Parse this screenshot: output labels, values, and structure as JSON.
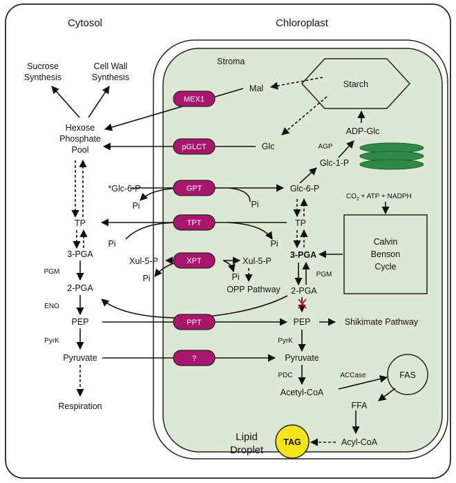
{
  "diagram": {
    "compartments": {
      "cytosol": "Cytosol",
      "chloroplast": "Chloroplast",
      "stroma": "Stroma",
      "lipid_droplet": [
        "Lipid",
        "Droplet"
      ]
    },
    "transporters": [
      "MEX1",
      "pGLCT",
      "GPT",
      "TPT",
      "XPT",
      "PPT",
      "?"
    ],
    "cytosol_labels": {
      "sucrose": [
        "Sucrose",
        "Synthesis"
      ],
      "cellwall": [
        "Cell Wall",
        "Synthesis"
      ],
      "hexose": [
        "Hexose",
        "Phosphate",
        "Pool"
      ],
      "glc6p_ext": "*Glc-6-P",
      "pi_gpt": "Pi",
      "tp": "TP",
      "pi_tpt": "Pi",
      "pga3": "3-PGA",
      "xul5p": "Xul-5-P",
      "pi_xpt": "Pi",
      "pgm": "PGM",
      "pga2": "2-PGA",
      "eno": "ENO",
      "pep": "PEP",
      "pyrk": "PyrK",
      "pyruvate": "Pyruvate",
      "respiration": "Respiration"
    },
    "stroma_labels": {
      "starch": "Starch",
      "mal": "Mal",
      "glc": "Glc",
      "adpglc": "ADP-Glc",
      "agp": "AGP",
      "glc1p": "Glc-1-P",
      "glc6p": "Glc-6-P",
      "pi_gpt": "Pi",
      "co2": [
        "CO",
        "2",
        " + ATP + NADPH"
      ],
      "tp": "TP",
      "pi_tpt": "Pi",
      "calvin": [
        "Calvin",
        "Benson",
        "Cycle"
      ],
      "pga3": "3-PGA",
      "pgm": "PGM",
      "xul5p": "Xul-5-P",
      "pi_xpt": "Pi",
      "opp": "OPP Pathway",
      "pga2": "2-PGA",
      "pep": "PEP",
      "shikimate": "Shikimate Pathway",
      "pyrk": "PyrK",
      "pyruvate": "Pyruvate",
      "pdc": "PDC",
      "accase": "ACCase",
      "acetylcoa": "Acetyl-CoA",
      "fas": "FAS",
      "ffa": "FFA",
      "tag": "TAG",
      "acylcoa": "Acyl-CoA"
    },
    "colors": {
      "stroma_fill": "#dde8d4",
      "transporter": "#a8166e",
      "thylakoid": "#2e8a46",
      "tag_fill": "#f4e41a",
      "blocked_mark": "#c0182a"
    }
  }
}
